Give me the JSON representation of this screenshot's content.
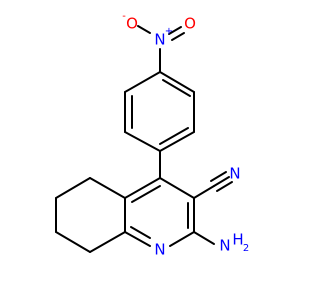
{
  "molecule": {
    "atoms": {
      "nitro_o_minus": {
        "text": "O",
        "charge": "-",
        "color": "#ff0000"
      },
      "nitro_n": {
        "text": "N",
        "charge": "+",
        "color": "#0000ff"
      },
      "nitro_o": {
        "text": "O",
        "color": "#ff0000"
      },
      "nitrile_n": {
        "text": "N",
        "color": "#0000ff"
      },
      "amino_n": {
        "text": "N",
        "color": "#0000ff"
      },
      "amino_h": {
        "text": "H",
        "color": "#0000ff"
      },
      "amino_h2": {
        "text": "2",
        "color": "#0000ff"
      },
      "ring_n": {
        "text": "N",
        "color": "#0000ff"
      }
    },
    "bond_color": "#000000"
  }
}
